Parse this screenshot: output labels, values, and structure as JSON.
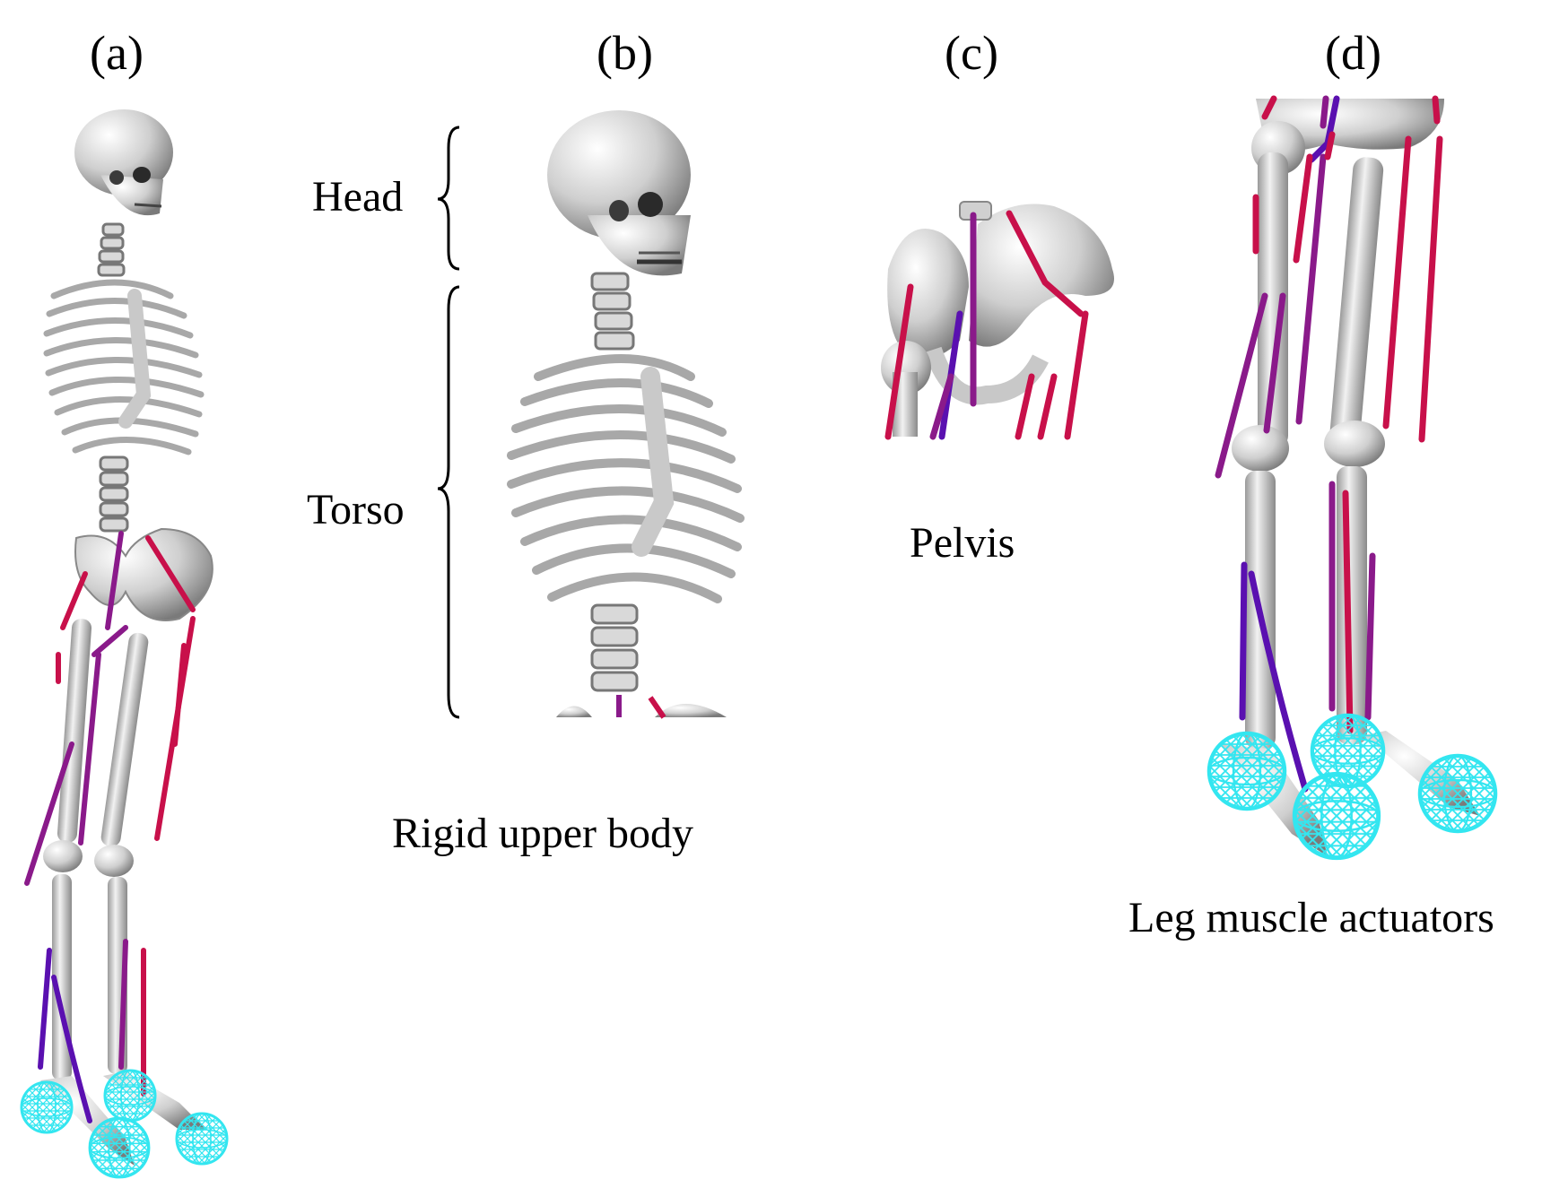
{
  "panels": {
    "a": {
      "label": "(a)"
    },
    "b": {
      "label": "(b)",
      "head_label": "Head",
      "torso_label": "Torso",
      "caption": "Rigid upper body"
    },
    "c": {
      "label": "(c)",
      "caption": "Pelvis"
    },
    "d": {
      "label": "(d)",
      "caption": "Leg muscle actuators"
    }
  },
  "colors": {
    "bone": "#d9d9d9",
    "bone_shadow": "#8c8c8c",
    "muscle_red": "#c8104a",
    "muscle_purple": "#8a1a8a",
    "muscle_violet": "#5a10b0",
    "contact_sphere": "#33e6f0"
  },
  "icons": [
    "skeleton-full-icon",
    "skeleton-upper-body-icon",
    "pelvis-icon",
    "legs-icon",
    "brace-icon",
    "contact-sphere-icon"
  ]
}
